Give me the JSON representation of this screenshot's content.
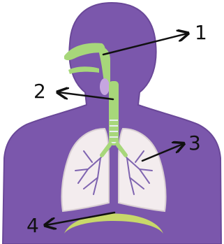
{
  "colors": {
    "background": "#ffffff",
    "body": "#7b57ac",
    "body_outline": "#6a4898",
    "airway": "#a7d77a",
    "larynx": "#c6a6e0",
    "lung_fill": "#f3ecee",
    "lung_edge": "#d9cfd3",
    "bronchi": "#7f64b0",
    "diaphragm": "#c8d86a",
    "arrow": "#111111"
  },
  "labels": [
    {
      "id": "1",
      "text": "1"
    },
    {
      "id": "2",
      "text": "2"
    },
    {
      "id": "3",
      "text": "3"
    },
    {
      "id": "4",
      "text": "4"
    }
  ]
}
